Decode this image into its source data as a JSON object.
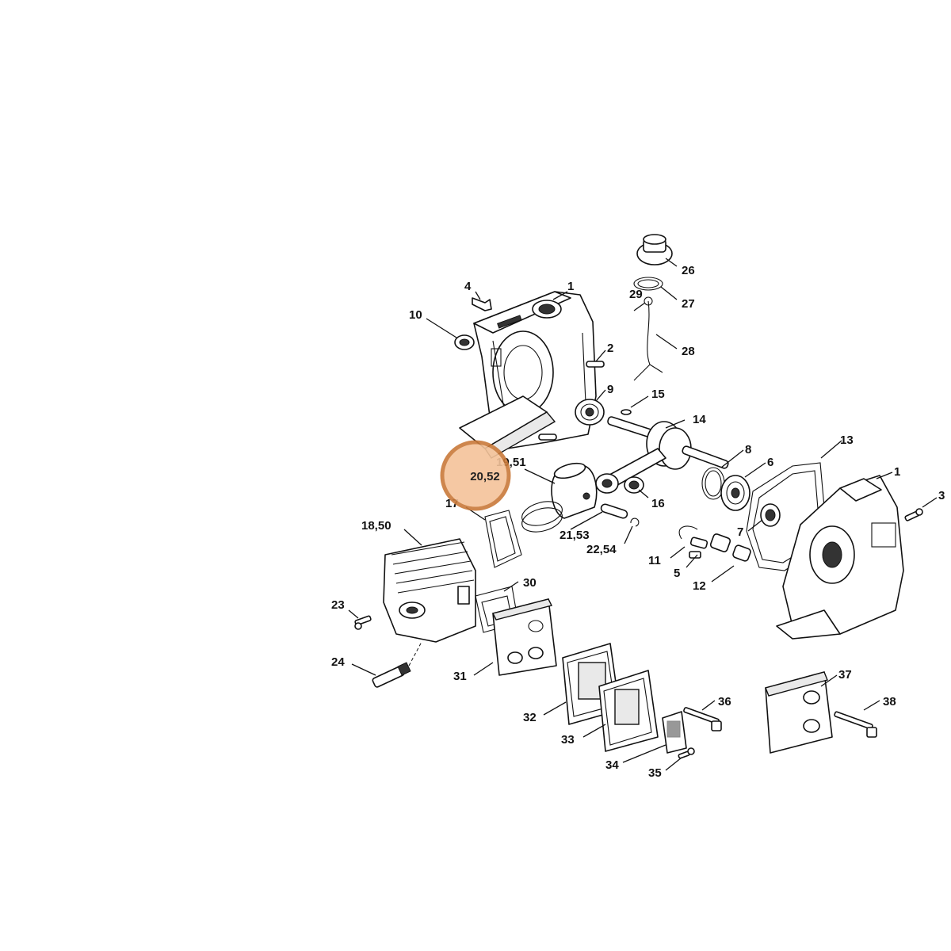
{
  "diagram": {
    "highlight": {
      "label": "20,52",
      "fill": "#f4c39a",
      "stroke": "#c97a3a"
    },
    "labels": [
      {
        "id": "1",
        "text": "1"
      },
      {
        "id": "1b",
        "text": "1"
      },
      {
        "id": "2",
        "text": "2"
      },
      {
        "id": "3",
        "text": "3"
      },
      {
        "id": "4",
        "text": "4"
      },
      {
        "id": "5",
        "text": "5"
      },
      {
        "id": "6",
        "text": "6"
      },
      {
        "id": "7",
        "text": "7"
      },
      {
        "id": "8",
        "text": "8"
      },
      {
        "id": "9",
        "text": "9"
      },
      {
        "id": "10",
        "text": "10"
      },
      {
        "id": "11",
        "text": "11"
      },
      {
        "id": "12",
        "text": "12"
      },
      {
        "id": "13",
        "text": "13"
      },
      {
        "id": "14",
        "text": "14"
      },
      {
        "id": "15",
        "text": "15"
      },
      {
        "id": "16",
        "text": "16"
      },
      {
        "id": "17",
        "text": "17"
      },
      {
        "id": "18_50",
        "text": "18,50"
      },
      {
        "id": "19_51",
        "text": "19,51"
      },
      {
        "id": "21_53",
        "text": "21,53"
      },
      {
        "id": "22_54",
        "text": "22,54"
      },
      {
        "id": "23",
        "text": "23"
      },
      {
        "id": "24",
        "text": "24"
      },
      {
        "id": "26",
        "text": "26"
      },
      {
        "id": "27",
        "text": "27"
      },
      {
        "id": "28",
        "text": "28"
      },
      {
        "id": "29",
        "text": "29"
      },
      {
        "id": "30",
        "text": "30"
      },
      {
        "id": "31",
        "text": "31"
      },
      {
        "id": "32",
        "text": "32"
      },
      {
        "id": "33",
        "text": "33"
      },
      {
        "id": "34",
        "text": "34"
      },
      {
        "id": "35",
        "text": "35"
      },
      {
        "id": "36",
        "text": "36"
      },
      {
        "id": "37",
        "text": "37"
      },
      {
        "id": "38",
        "text": "38"
      }
    ]
  }
}
